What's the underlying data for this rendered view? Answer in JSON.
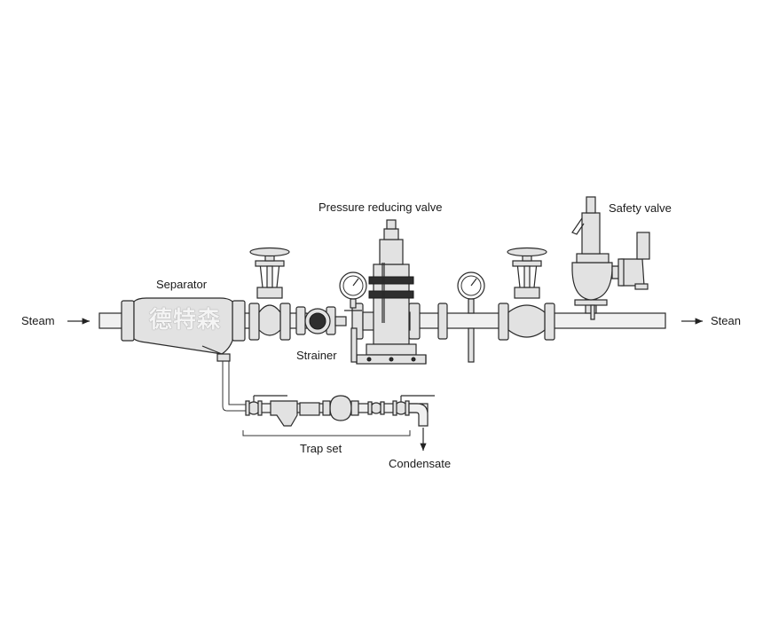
{
  "labels": {
    "steam_in": "Steam",
    "steam_out": "Stean",
    "separator": "Separator",
    "pressure_reducing_valve": "Pressure reducing valve",
    "safety_valve": "Safety valve",
    "strainer": "Strainer",
    "trap_set": "Trap set",
    "condensate": "Condensate"
  },
  "watermark": "德特森"
}
